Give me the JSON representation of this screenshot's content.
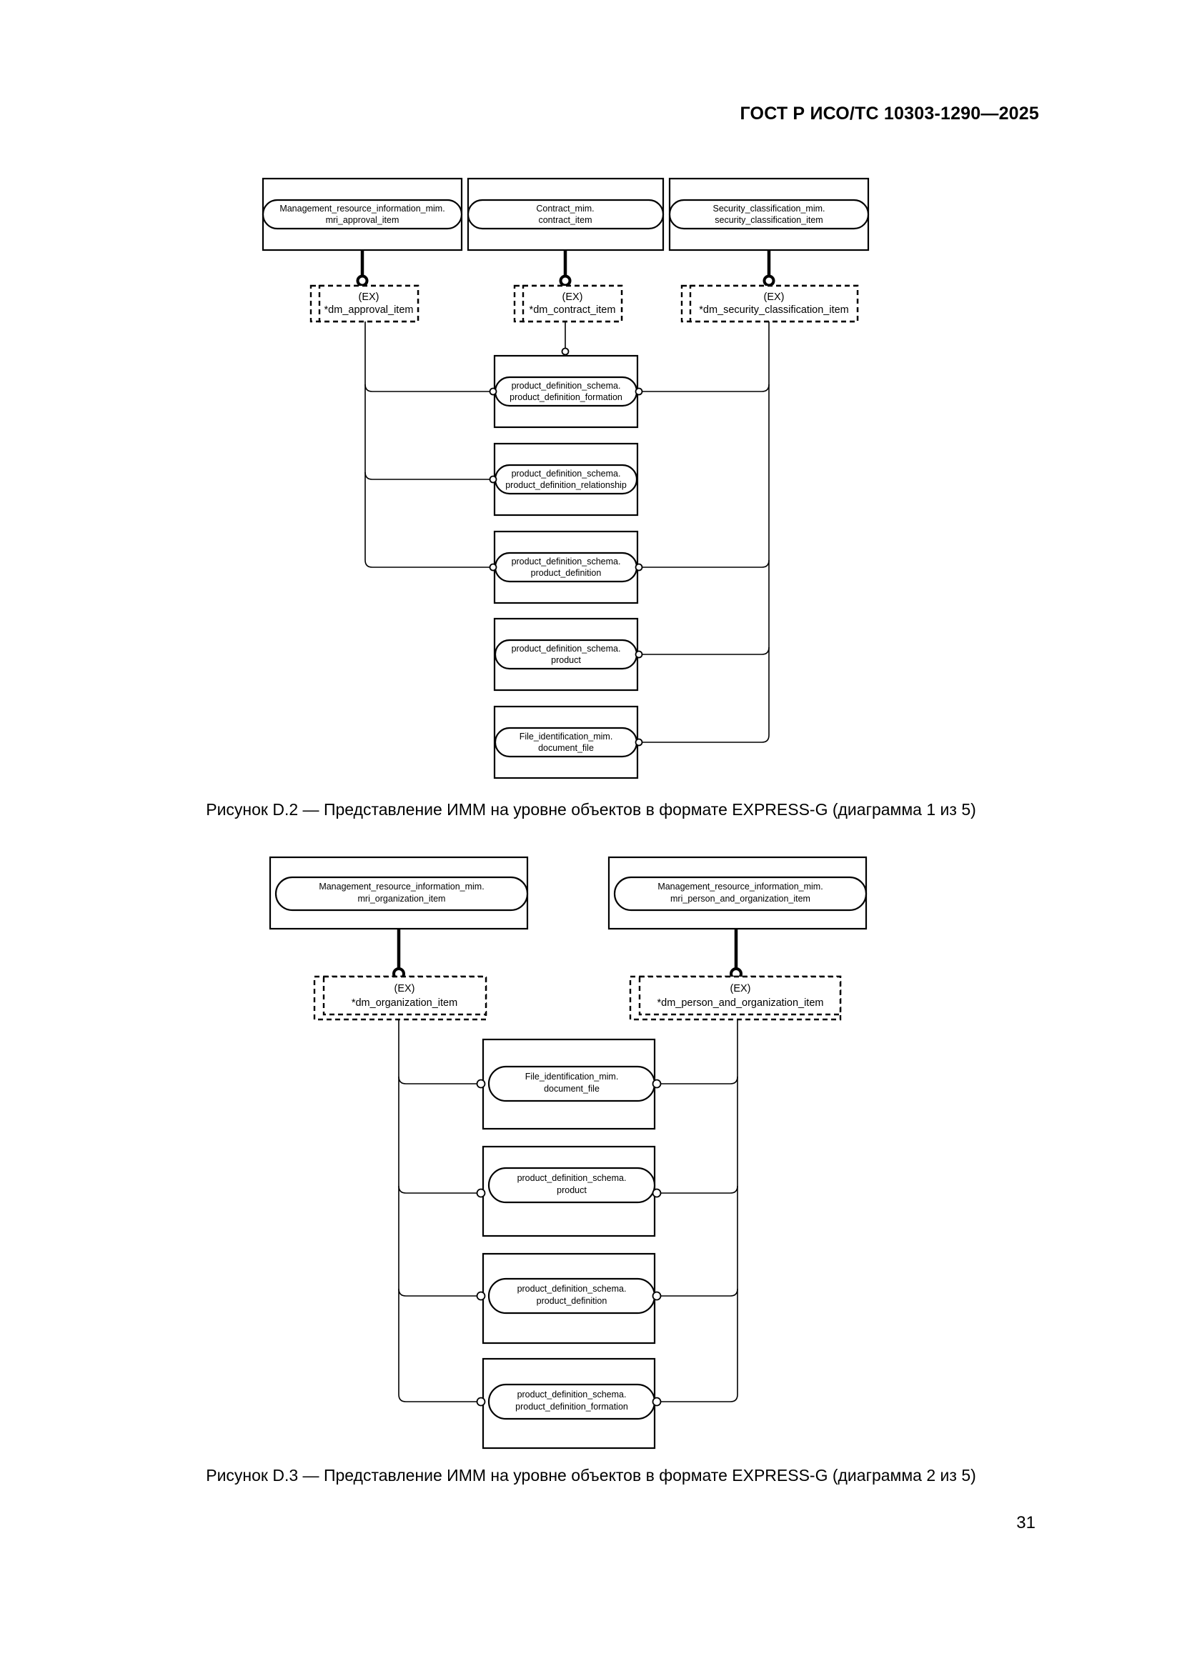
{
  "document": {
    "header": "ГОСТ Р ИСО/ТС 10303-1290—2025",
    "page_number": "31"
  },
  "figures": [
    {
      "id": "D.2",
      "caption": "Рисунок D.2 — Представление ИММ на уровне объектов в формате EXPRESS-G (диаграмма 1 из 5)",
      "top_entities": [
        {
          "line1": "Management_resource_information_mim.",
          "line2": "mri_approval_item"
        },
        {
          "line1": "Contract_mim.",
          "line2": "contract_item"
        },
        {
          "line1": "Security_classification_mim.",
          "line2": "security_classification_item"
        }
      ],
      "select_types": [
        {
          "line1": "(EX)",
          "line2": "*dm_approval_item"
        },
        {
          "line1": "(EX)",
          "line2": "*dm_contract_item"
        },
        {
          "line1": "(EX)",
          "line2": "*dm_security_classification_item"
        }
      ],
      "entities": [
        {
          "line1": "product_definition_schema.",
          "line2": "product_definition_formation"
        },
        {
          "line1": "product_definition_schema.",
          "line2": "product_definition_relationship"
        },
        {
          "line1": "product_definition_schema.",
          "line2": "product_definition"
        },
        {
          "line1": "product_definition_schema.",
          "line2": "product"
        },
        {
          "line1": "File_identification_mim.",
          "line2": "document_file"
        }
      ]
    },
    {
      "id": "D.3",
      "caption": "Рисунок D.3 — Представление ИММ на уровне объектов в формате EXPRESS-G (диаграмма 2 из 5)",
      "top_entities": [
        {
          "line1": "Management_resource_information_mim.",
          "line2": "mri_organization_item"
        },
        {
          "line1": "Management_resource_information_mim.",
          "line2": "mri_person_and_organization_item"
        }
      ],
      "select_types": [
        {
          "line1": "(EX)",
          "line2": "*dm_organization_item"
        },
        {
          "line1": "(EX)",
          "line2": "*dm_person_and_organization_item"
        }
      ],
      "entities": [
        {
          "line1": "File_identification_mim.",
          "line2": "document_file"
        },
        {
          "line1": "product_definition_schema.",
          "line2": "product"
        },
        {
          "line1": "product_definition_schema.",
          "line2": "product_definition"
        },
        {
          "line1": "product_definition_schema.",
          "line2": "product_definition_formation"
        }
      ]
    }
  ]
}
